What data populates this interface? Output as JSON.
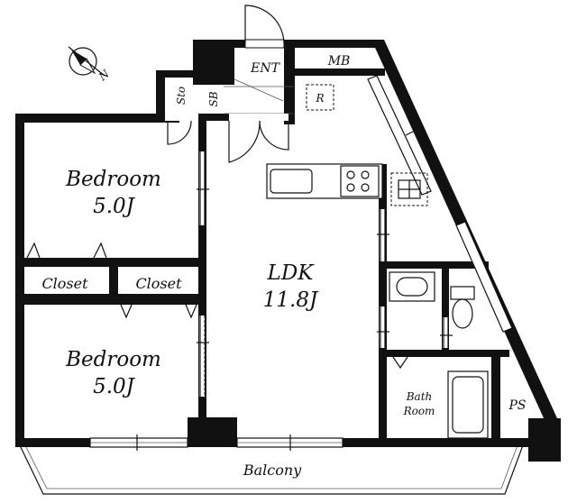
{
  "labels": {
    "bedroom_upper": {
      "name": "Bedroom",
      "size": "5.0J"
    },
    "bedroom_lower": {
      "name": "Bedroom",
      "size": "5.0J"
    },
    "ldk": {
      "name": "LDK",
      "size": "11.8J"
    },
    "closet_left": "Closet",
    "closet_right": "Closet",
    "ent": "ENT",
    "mb": "MB",
    "sto": "Sto",
    "sb": "SB",
    "r": "R",
    "bath": {
      "line1": "Bath",
      "line2": "Room"
    },
    "ps": "PS",
    "balcony": "Balcony",
    "compass": "N"
  }
}
